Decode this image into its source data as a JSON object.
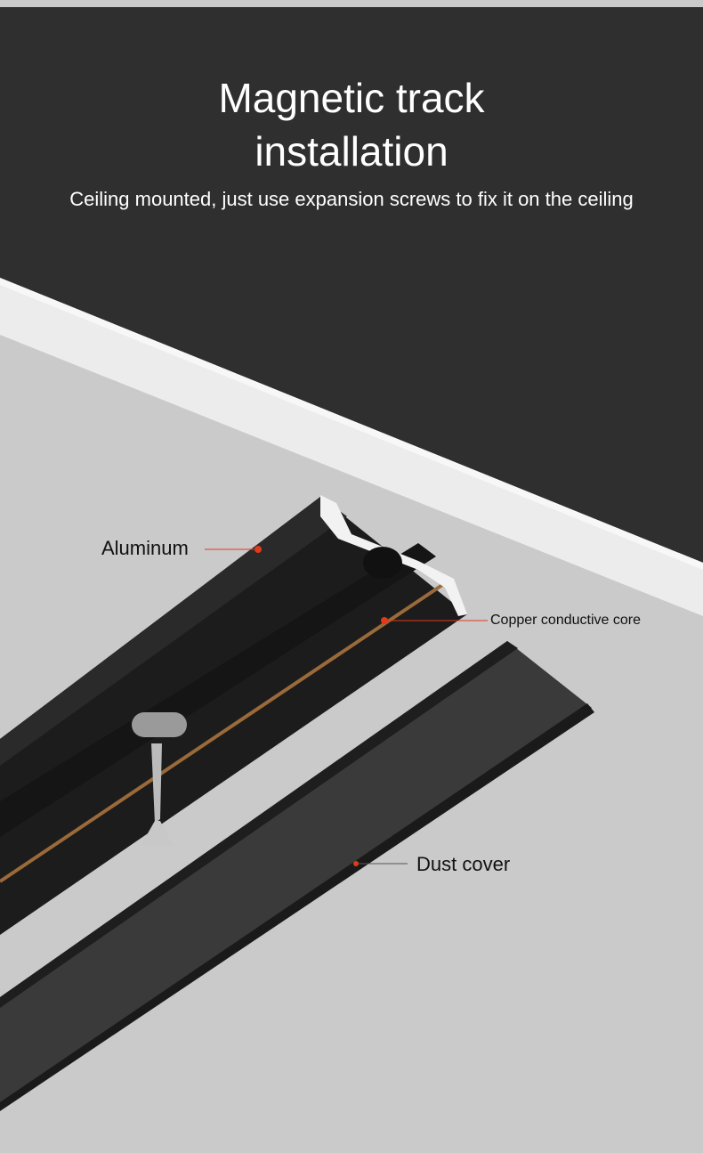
{
  "header": {
    "title_line1": "Magnetic track",
    "title_line2": "installation",
    "subtitle": "Ceiling mounted, just use expansion screws to fix it on the ceiling"
  },
  "callouts": {
    "aluminum": "Aluminum",
    "copper": "Copper conductive core",
    "dust_cover": "Dust cover"
  },
  "colors": {
    "dark_bg": "#2f2f2f",
    "wall": "#cacaca",
    "ceiling": "#ededed",
    "track": "#1c1c1c",
    "copper": "#9a6a3a",
    "callout": "#e03a1a"
  }
}
